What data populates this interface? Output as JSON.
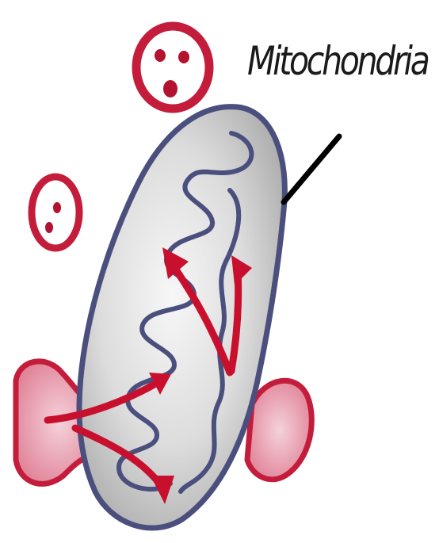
{
  "labels": {
    "organelle": "Mitochondria"
  },
  "colors": {
    "membrane": "#4b4f7d",
    "matrix": "#d6d6d6",
    "highlight": "#f1f1f1",
    "vesicle": "#c41c3b",
    "vesicle_fill": "#e9a6b4",
    "arrow": "#c8102e",
    "leader_line": "#000000"
  },
  "icons": {
    "arrow_style": "solid-red-arrow",
    "vesicle_style": "red-ring-with-dots"
  }
}
